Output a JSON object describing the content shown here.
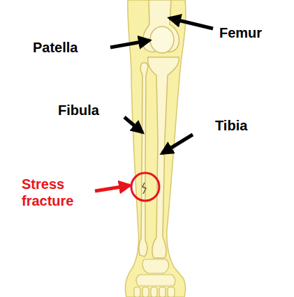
{
  "diagram": {
    "labels": [
      "Patella",
      "Femur",
      "Fibula",
      "Tibia",
      "Stress fracture"
    ]
  }
}
